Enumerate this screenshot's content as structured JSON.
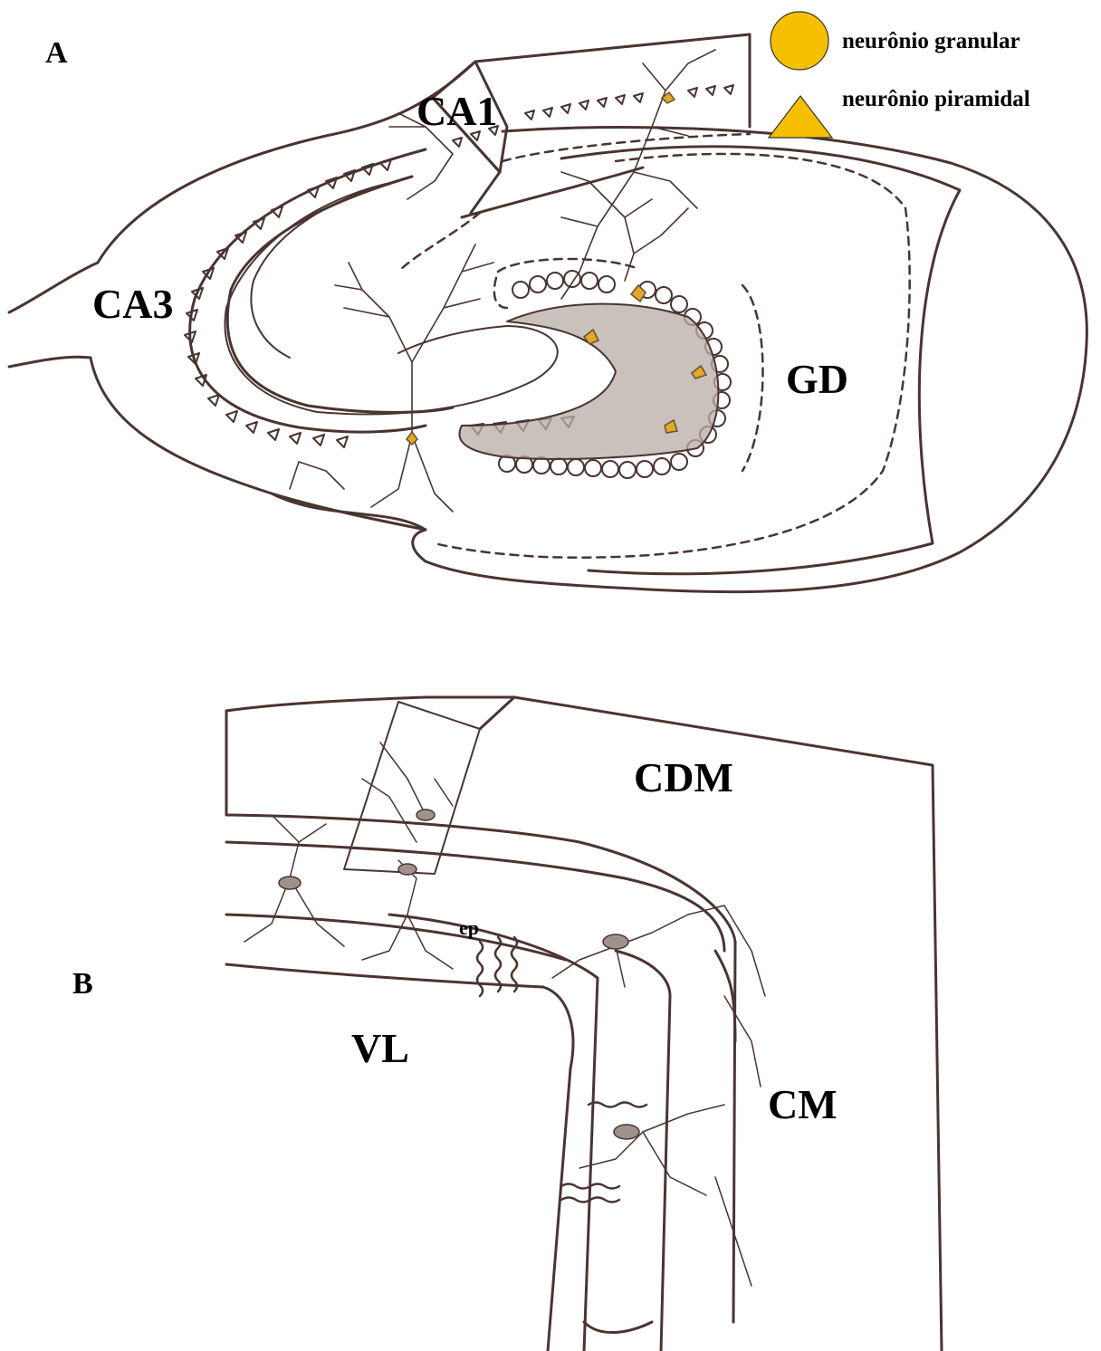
{
  "figure": {
    "panel_a": {
      "label": "A",
      "regions": {
        "ca1": "CA1",
        "ca3": "CA3",
        "gd": "GD"
      },
      "legend": [
        {
          "shape": "circle",
          "text": "neurônio granular",
          "color": "#f6c000"
        },
        {
          "shape": "triangle",
          "text": "neurônio piramidal",
          "color": "#f6c000"
        }
      ]
    },
    "panel_b": {
      "label": "B",
      "regions": {
        "cdm": "CDM",
        "vl": "VL",
        "cm": "CM",
        "ep": "ep"
      }
    },
    "colors": {
      "ink": "#4a3432",
      "shade": "#b8aba6",
      "neuron": "#e0a928"
    }
  }
}
